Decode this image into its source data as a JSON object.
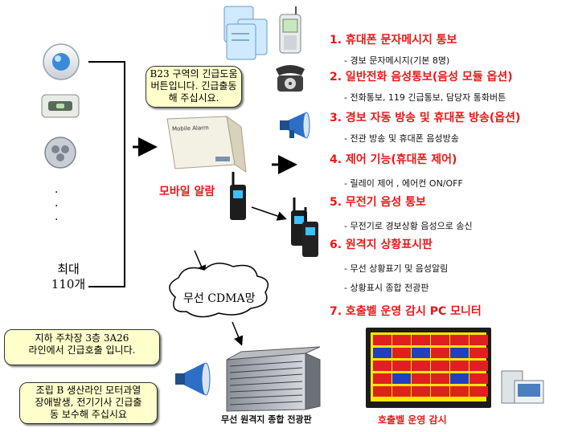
{
  "left": {
    "dots": "·\n·\n·",
    "count_label_1": "최대",
    "count_label_2": "110개"
  },
  "bubbles": {
    "b23": "B23 구역의 긴급도움\n버튼입니다. 긴급출동\n해 주십시요.",
    "parking": "지하 주차장 3층 3A26\n라인에서 긴급호출 입니다.",
    "assembly": "조립 B 생산라인 모터과열\n장애발생, 전기기사 긴급출\n동 보수해 주십시요"
  },
  "center": {
    "mobile_alarm_device_text": "Mobile Alarm",
    "mobile_alarm_label": "모바일 알람",
    "cdma_label": "무선 CDMA망",
    "rack_caption": "무선 원격지 종합 전광판",
    "monitor_caption": "호출벨 운영 감시"
  },
  "features": [
    {
      "title": "1. 휴대폰 문자메시지 통보",
      "desc": "- 경보 문자메시지(기본 8명)"
    },
    {
      "title": "2. 일반전화 음성통보(음성 모듈 옵션)",
      "desc": "- 전화통보, 119 긴급통보, 담당자 통화버튼"
    },
    {
      "title": "3. 경보 자동 방송 및 휴대폰 방송(옵션)",
      "desc": "- 전관 방송 및 휴대폰 음성방송"
    },
    {
      "title": "4. 제어 기능(휴대폰 제어)",
      "desc": "- 릴레이 제어 , 에어컨 ON/OFF"
    },
    {
      "title": "5. 무전기 음성 통보",
      "desc": "- 무전기로 경보상황 음성으로 송신"
    },
    {
      "title": "6. 원격지 상황표시판",
      "desc": "- 무선 상황표기 및 음성알림"
    },
    {
      "title": "",
      "desc": "- 상황표시 종합 전광판"
    },
    {
      "title": "7. 호출벨 운영 감시 PC 모니터",
      "desc": ""
    }
  ],
  "colors": {
    "feature_red": "#e81818",
    "bubble_fill": "#ffffcc",
    "monitor_bg": "#ffe600",
    "monitor_cell_red": "#e02020",
    "monitor_cell_blue": "#2040c0"
  }
}
